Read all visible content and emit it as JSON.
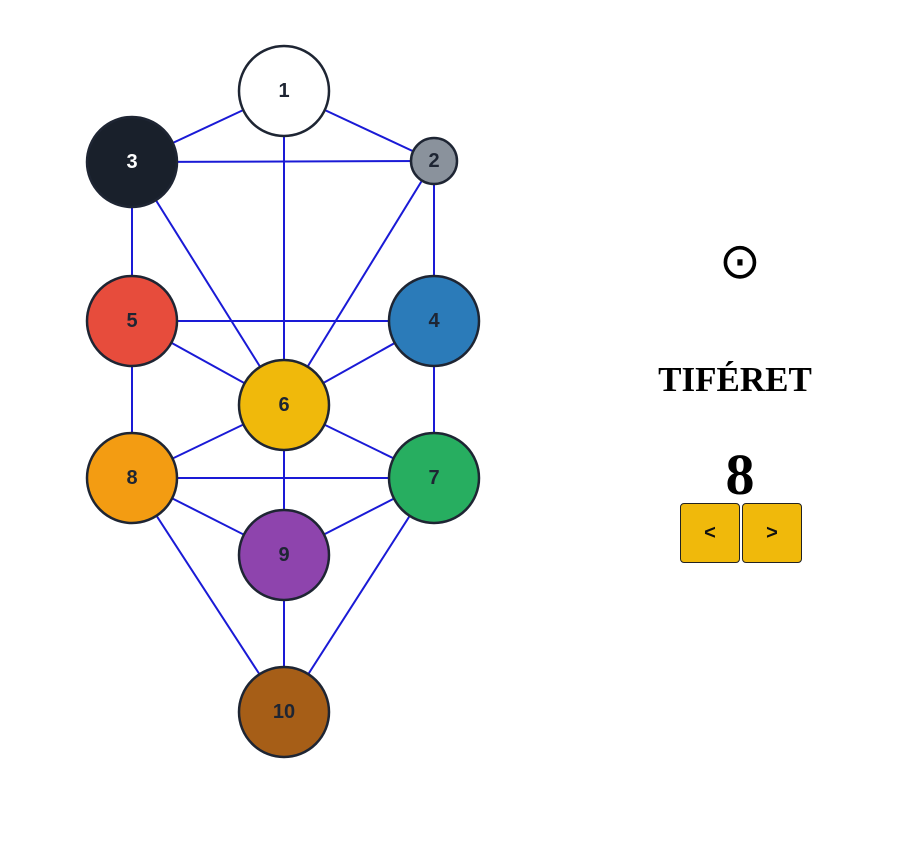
{
  "sefirot": [
    {
      "id": 1,
      "label": "1",
      "color": "#ffffff",
      "text_color": "#1e2533"
    },
    {
      "id": 2,
      "label": "2",
      "color": "#8a929c",
      "text_color": "#1e2533"
    },
    {
      "id": 3,
      "label": "3",
      "color": "#19202b",
      "text_color": "#ffffff"
    },
    {
      "id": 4,
      "label": "4",
      "color": "#2b7bb9",
      "text_color": "#1e2533"
    },
    {
      "id": 5,
      "label": "5",
      "color": "#e74c3c",
      "text_color": "#1e2533"
    },
    {
      "id": 6,
      "label": "6",
      "color": "#f0b90b",
      "text_color": "#1e2533"
    },
    {
      "id": 7,
      "label": "7",
      "color": "#27ae60",
      "text_color": "#1e2533"
    },
    {
      "id": 8,
      "label": "8",
      "color": "#f39c12",
      "text_color": "#1e2533"
    },
    {
      "id": 9,
      "label": "9",
      "color": "#8e44ad",
      "text_color": "#1e2533"
    },
    {
      "id": 10,
      "label": "10",
      "color": "#a65e17",
      "text_color": "#1e2533"
    }
  ],
  "paths": [
    [
      1,
      2
    ],
    [
      1,
      3
    ],
    [
      1,
      6
    ],
    [
      2,
      3
    ],
    [
      2,
      4
    ],
    [
      2,
      6
    ],
    [
      3,
      5
    ],
    [
      3,
      6
    ],
    [
      4,
      5
    ],
    [
      4,
      6
    ],
    [
      4,
      7
    ],
    [
      5,
      6
    ],
    [
      5,
      8
    ],
    [
      6,
      7
    ],
    [
      6,
      8
    ],
    [
      6,
      9
    ],
    [
      7,
      8
    ],
    [
      7,
      9
    ],
    [
      7,
      10
    ],
    [
      8,
      9
    ],
    [
      8,
      10
    ],
    [
      9,
      10
    ]
  ],
  "path_color": "#1a1ad6",
  "info": {
    "symbol": "⊙",
    "symbol_icon": "sun-icon",
    "name": "TIFÉRET",
    "value": "8"
  },
  "controls": {
    "prev_label": "<",
    "next_label": ">",
    "button_color": "#f0b90b"
  }
}
